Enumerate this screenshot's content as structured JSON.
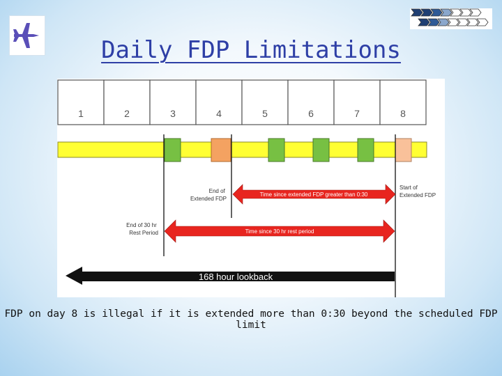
{
  "title": "Daily FDP Limitations",
  "days": [
    "1",
    "2",
    "3",
    "4",
    "5",
    "6",
    "7",
    "8"
  ],
  "labels": {
    "end_extended_fdp": [
      "End of",
      "Extended FDP"
    ],
    "start_extended_fdp": [
      "Start of",
      "Extended FDP"
    ],
    "end_rest_period": [
      "End of 30 hr",
      "Rest Period"
    ]
  },
  "arrows": {
    "since_extended": "Time since extended FDP greater than 0:30",
    "since_rest": "Time since 30 hr rest period",
    "lookback": "168 hour lookback"
  },
  "caption": "FDP on day 8 is illegal if it is extended more than 0:30 beyond the scheduled FDP limit",
  "colors": {
    "bar": "#ffff33",
    "fdp_normal": "#77c043",
    "fdp_extended": "#f4a261",
    "fdp_planned": "#f9c19a",
    "arrow_red": "#e8251f",
    "title": "#2e3fa6"
  },
  "icons": {
    "logo": "airplane-icon",
    "decor": "chevron-arrows-icon"
  }
}
